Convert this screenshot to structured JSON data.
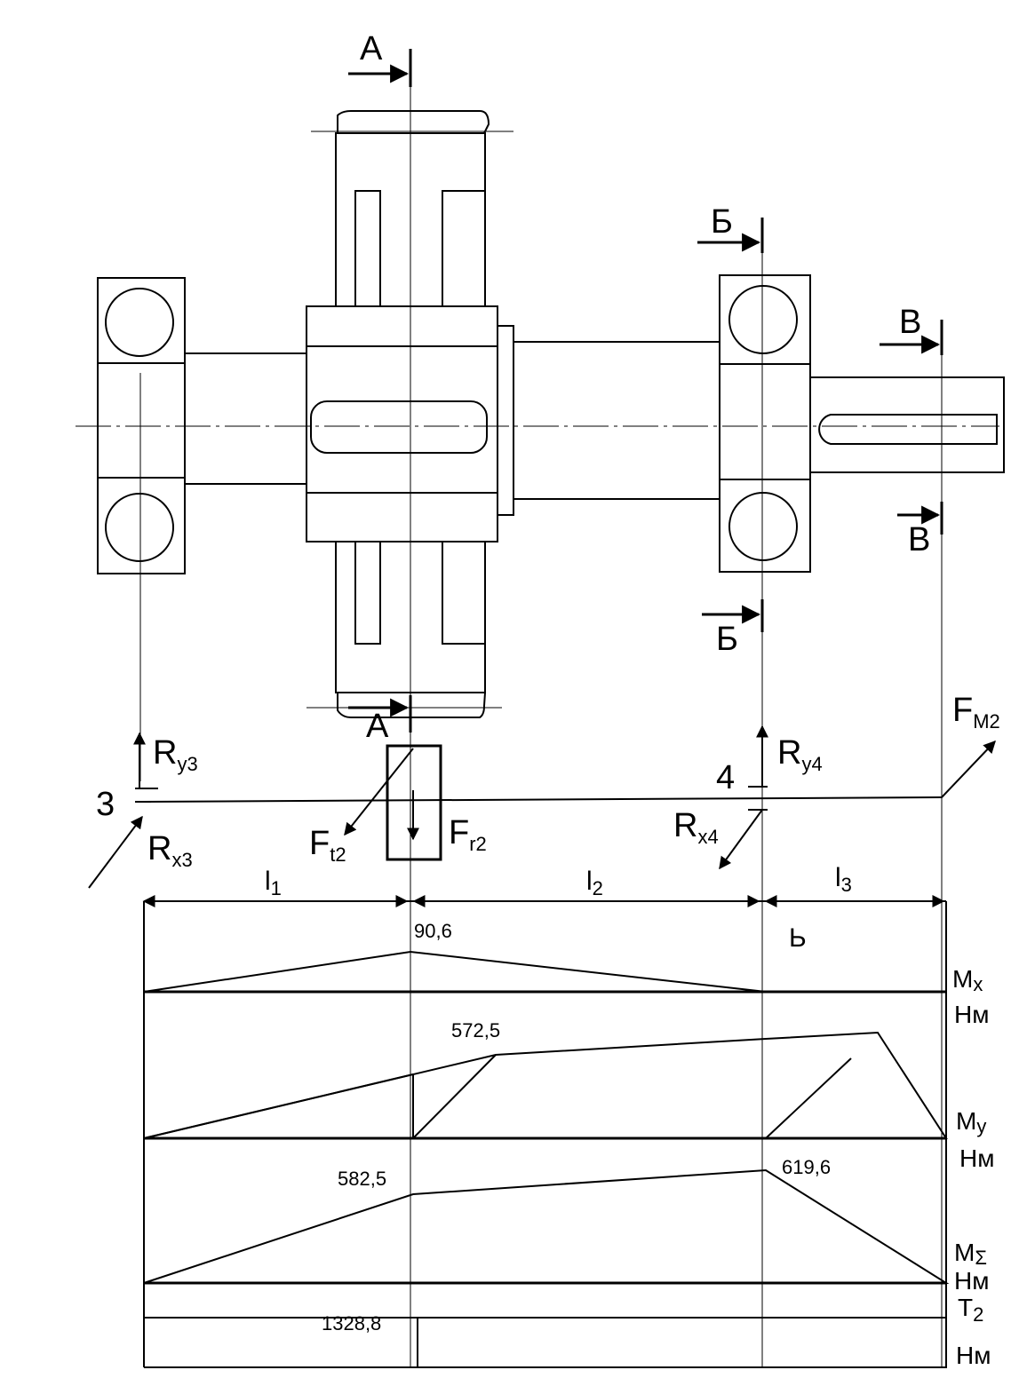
{
  "sections": {
    "a_top": "А",
    "a_bottom": "А",
    "b_top": "Б",
    "b_bottom": "Б",
    "v_top": "В",
    "v_bottom": "В"
  },
  "supports": {
    "left": "3",
    "right": "4"
  },
  "forces": {
    "ry3": {
      "main": "R",
      "sub": "у3"
    },
    "rx3": {
      "main": "R",
      "sub": "x3"
    },
    "ft2": {
      "main": "F",
      "sub": "t2"
    },
    "fr2": {
      "main": "F",
      "sub": "r2"
    },
    "ry4": {
      "main": "R",
      "sub": "у4"
    },
    "rx4": {
      "main": "R",
      "sub": "x4"
    },
    "fm2": {
      "main": "F",
      "sub": "М2"
    }
  },
  "dimensions": {
    "l1": {
      "main": "l",
      "sub": "1"
    },
    "l2": {
      "main": "l",
      "sub": "2"
    },
    "l3": {
      "main": "l",
      "sub": "3"
    },
    "stray": "Ь"
  },
  "diagrams": {
    "mx": {
      "label": "M",
      "sub": "x",
      "unit": "Нм",
      "value": "90,6"
    },
    "my": {
      "label": "M",
      "sub": "у",
      "unit": "Нм",
      "value": "572,5"
    },
    "msum": {
      "label": "M",
      "sub": "Σ",
      "unit": "Нм",
      "value_left": "582,5",
      "value_right": "619,6"
    },
    "t2": {
      "label": "T",
      "sub": "2",
      "unit": "Нм",
      "value": "1328,8"
    }
  }
}
